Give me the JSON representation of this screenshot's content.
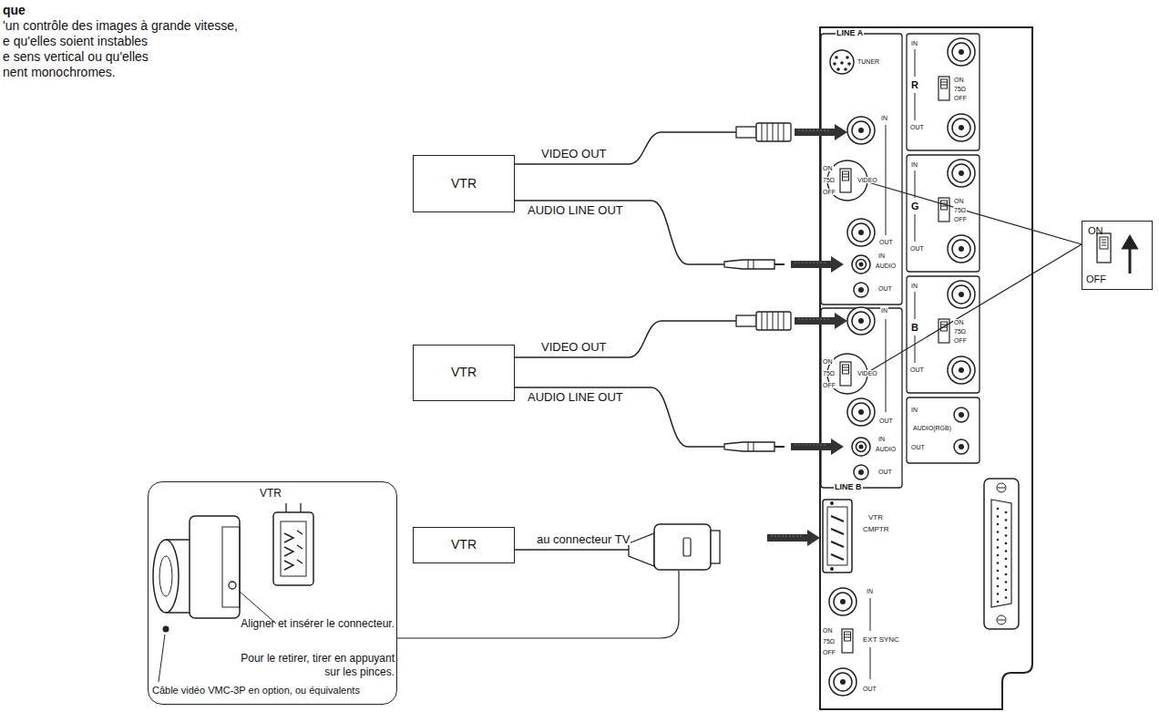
{
  "diagram": {
    "nodes": [
      {
        "text": [
          "VTR"
        ]
      },
      {
        "text": [
          "VTR"
        ]
      },
      {
        "text": [
          "VTR"
        ]
      },
      {
        "text": [
          "VTR",
          "Aligner et insérer le connecteur.",
          "Pour le retirer, tirer en appuyant sur les pinces.",
          "Câble vidéo VMC-3P en option, ou équivalents"
        ]
      },
      {
        "text": [
          "ON",
          "OFF"
        ]
      }
    ],
    "labels": [
      "que",
      "'un contrôle des images à grande vitesse,",
      "e qu'elles soient instables",
      "e sens vertical ou qu'elles",
      "nent monochromes.",
      "VIDEO OUT",
      "AUDIO LINE OUT",
      "VIDEO OUT",
      "AUDIO LINE OUT",
      "au connecteur TV",
      "LINE A",
      "TUNER",
      "IN",
      "ON",
      "75Ω",
      "OFF",
      "VIDEO",
      "OUT",
      "IN",
      "AUDIO",
      "OUT",
      "IN",
      "R",
      "ON",
      "75Ω",
      "OFF",
      "OUT",
      "IN",
      "G",
      "ON",
      "75Ω",
      "OFF",
      "OUT",
      "IN",
      "ON",
      "75Ω",
      "OFF",
      "VIDEO",
      "OUT",
      "IN",
      "AUDIO",
      "OUT",
      "LINE B",
      "IN",
      "B",
      "ON",
      "75Ω",
      "OFF",
      "OUT",
      "IN",
      "AUDIO(RGB)",
      "OUT",
      "VTR",
      "CMPTR",
      "IN",
      "ON",
      "75Ω",
      "OFF",
      "EXT SYNC",
      "OUT"
    ]
  }
}
